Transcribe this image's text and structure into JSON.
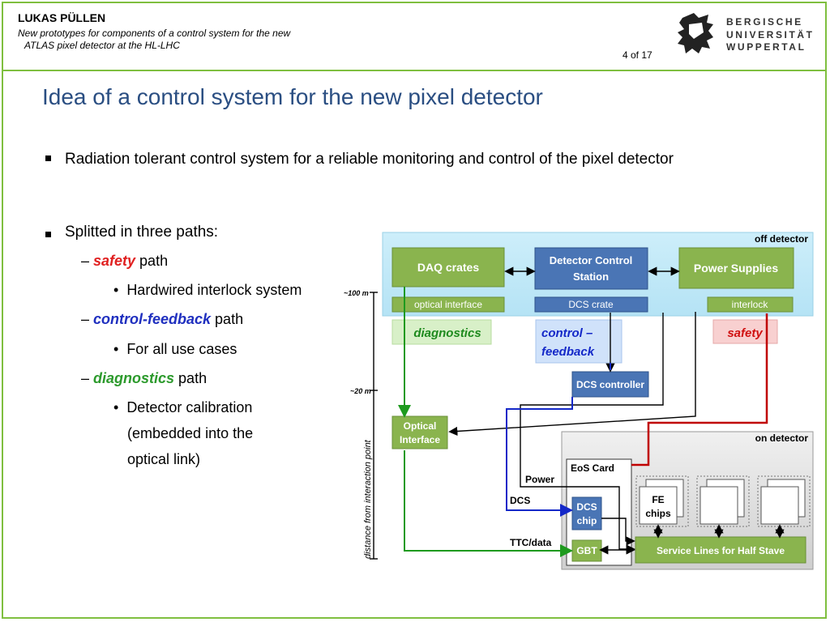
{
  "header": {
    "author": "LUKAS PÜLLEN",
    "talk_line1": "New prototypes for components of a control system for the new",
    "talk_line2": "ATLAS pixel detector at the HL-LHC",
    "page": "4 of 17",
    "logo_line1": "BERGISCHE",
    "logo_line2": "UNIVERSITÄT",
    "logo_line3": "WUPPERTAL"
  },
  "title": "Idea of a control system for the new pixel detector",
  "bullets": {
    "b1": "Radiation tolerant control system for a reliable monitoring and control of the pixel detector",
    "b2": "Splitted in three paths:",
    "safety_em": "safety",
    "safety_rest": " path",
    "safety_item": "Hardwired interlock system",
    "cf_em": "control-feedback",
    "cf_rest": " path",
    "cf_item": "For all use cases",
    "diag_em": "diagnostics",
    "diag_rest": " path",
    "diag_item1": "Detector calibration",
    "diag_item2": "(embedded into the",
    "diag_item3": "optical link)"
  },
  "diagram": {
    "off_detector": "off detector",
    "on_detector": "on detector",
    "daq": "DAQ crates",
    "dcs_station_1": "Detector Control",
    "dcs_station_2": "Station",
    "power_supplies": "Power Supplies",
    "optical_interface_bar": "optical interface",
    "dcs_crate": "DCS crate",
    "interlock": "interlock",
    "diagnostics": "diagnostics",
    "control_feedback_1": "control –",
    "control_feedback_2": "feedback",
    "safety": "safety",
    "dcs_controller": "DCS controller",
    "optical_1": "Optical",
    "optical_2": "Interface",
    "eos": "EoS Card",
    "power": "Power",
    "dcs": "DCS",
    "dcs_chip_1": "DCS",
    "dcs_chip_2": "chip",
    "ttc": "TTC/data",
    "gbt": "GBT",
    "service_lines": "Service Lines for Half Stave",
    "fe_1": "FE",
    "fe_2": "chips",
    "dist_100": "~100 m",
    "dist_20": "~20 m",
    "axis_label": "distance from interaction point"
  },
  "colors": {
    "accent_green": "#7fbf3f",
    "title_blue": "#2a4e82",
    "box_green": "#8ab44e",
    "box_blue": "#4a75b5",
    "safety_red": "#c00000",
    "diag_green": "#1e9a1e",
    "cf_blue": "#1428c8"
  }
}
